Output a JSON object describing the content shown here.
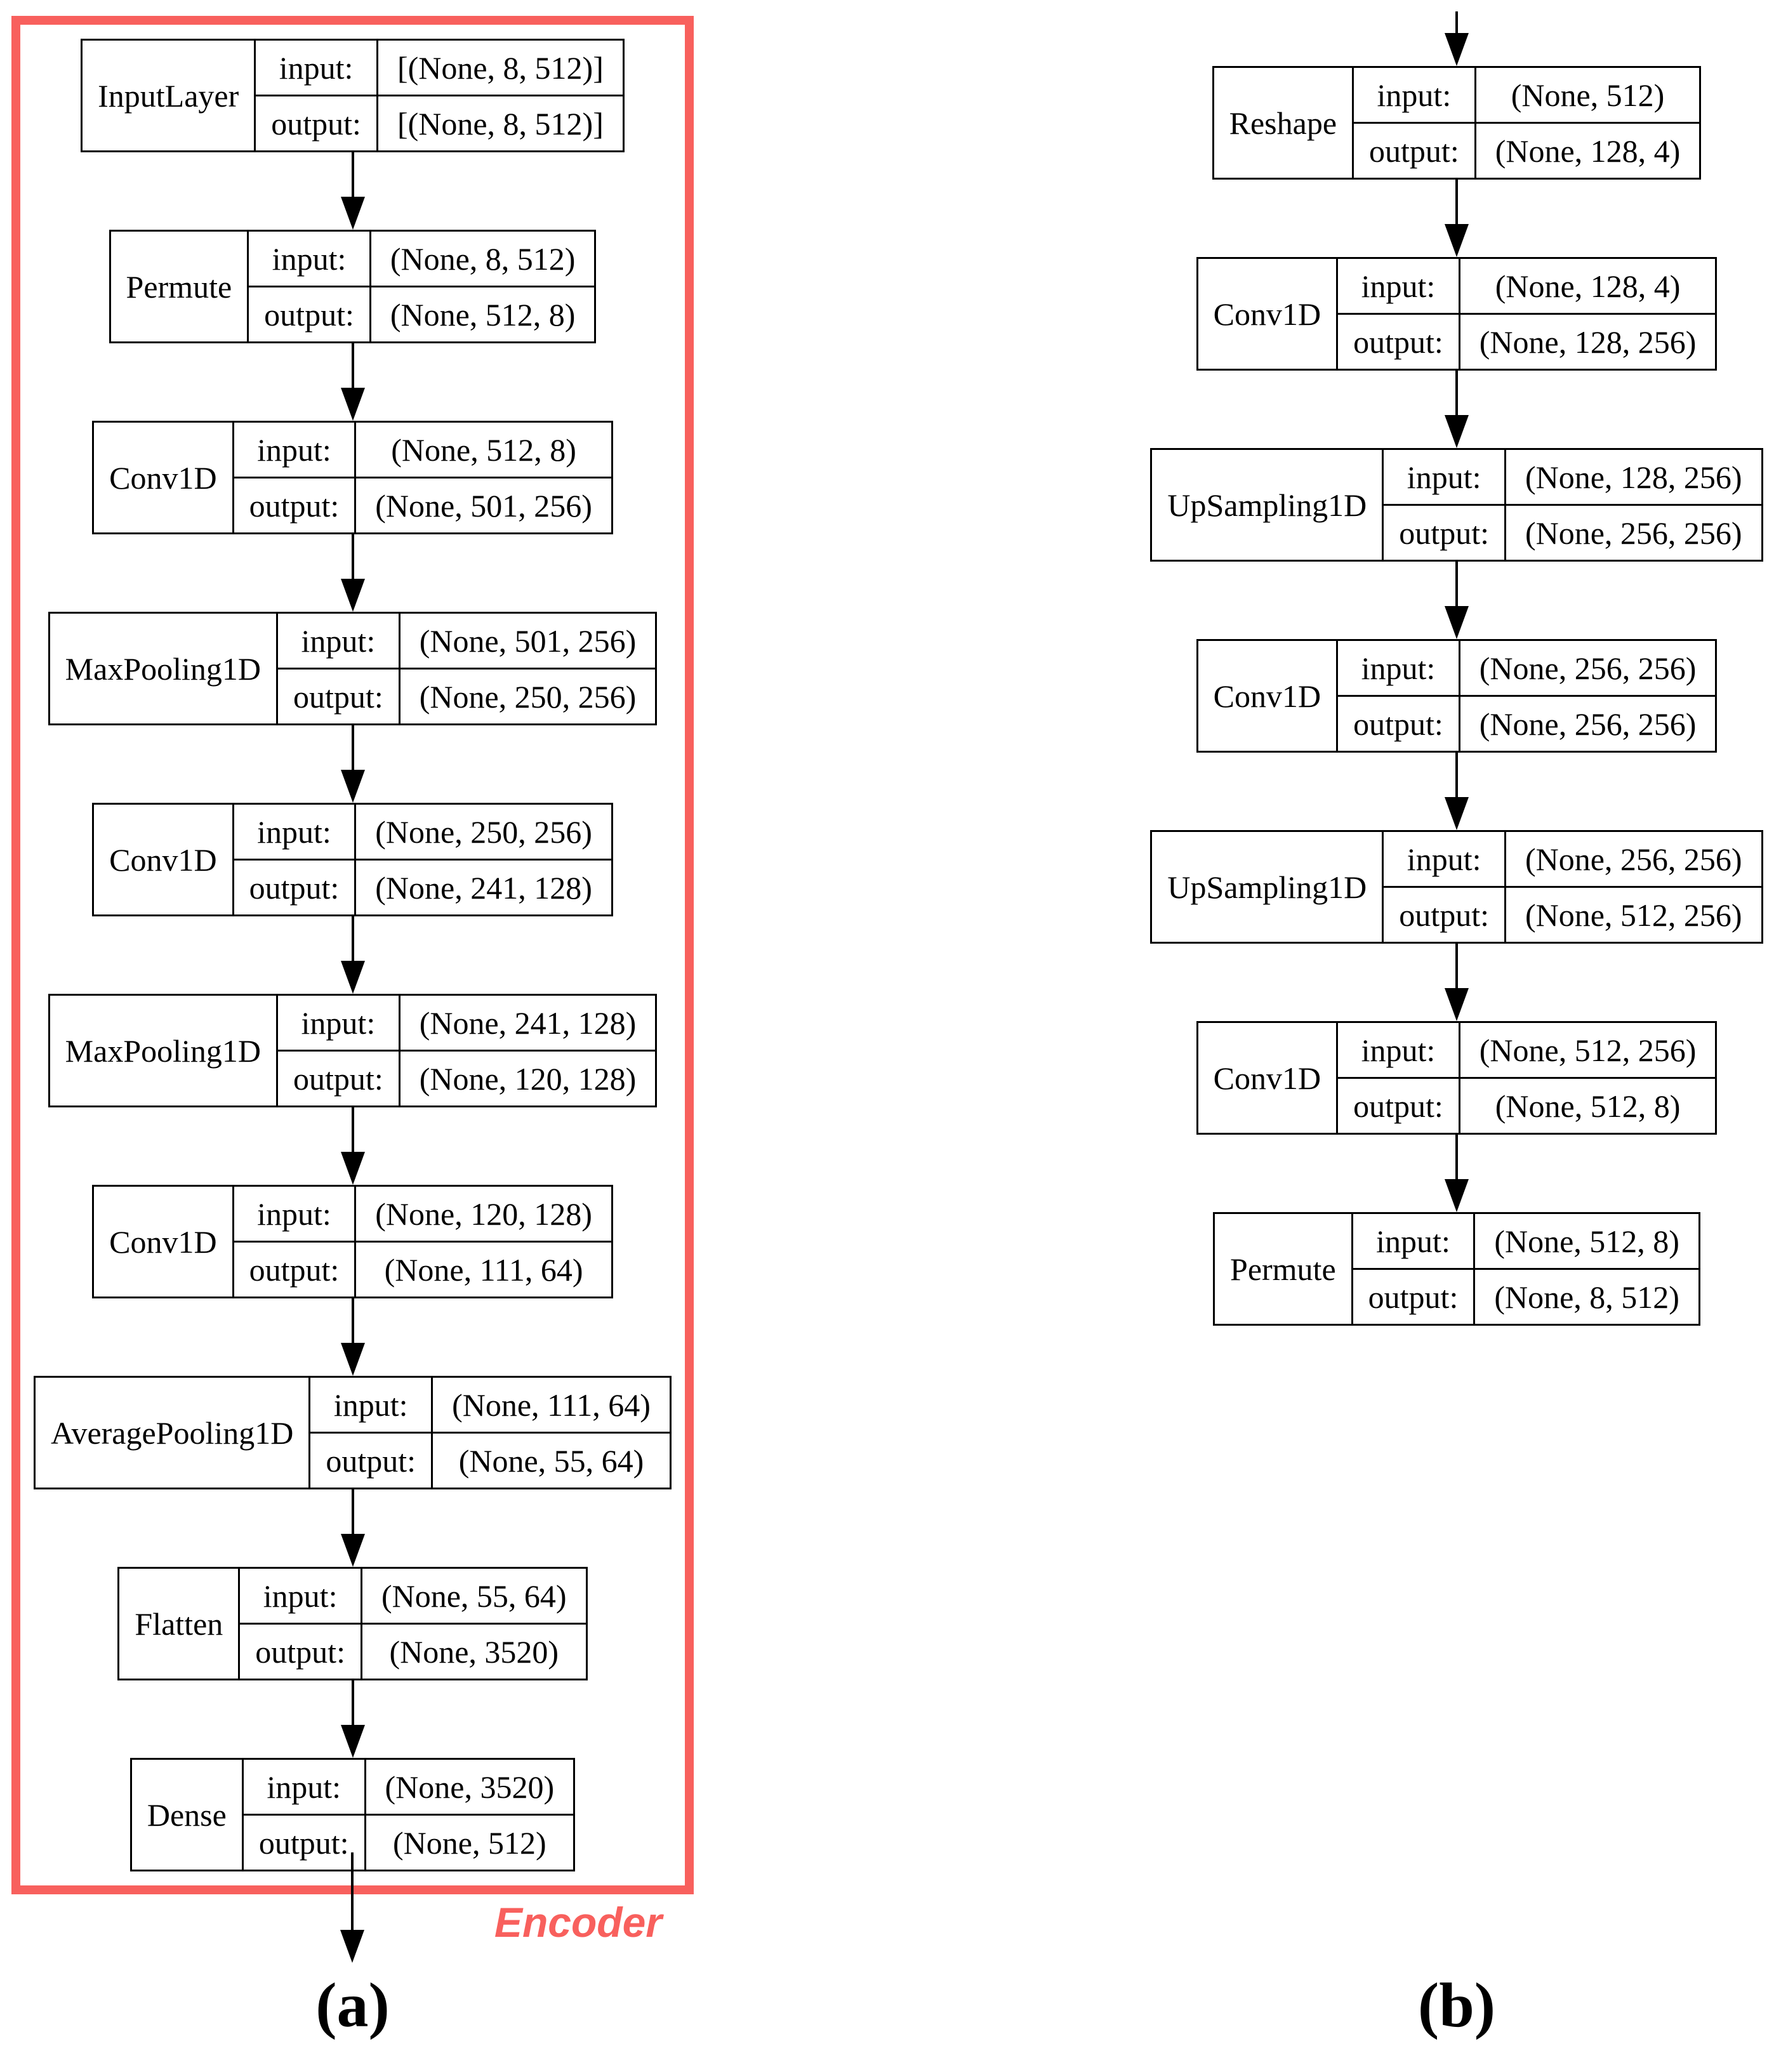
{
  "figure": {
    "background": "#ffffff",
    "accent_red": "#f8605d",
    "line_black": "#000000"
  },
  "row_labels": {
    "input": "input:",
    "output": "output:"
  },
  "diagram_a": {
    "caption": "(a)",
    "group_label": "Encoder",
    "layers": [
      {
        "name": "InputLayer",
        "input": "[(None, 8, 512)]",
        "output": "[(None, 8, 512)]"
      },
      {
        "name": "Permute",
        "input": "(None, 8, 512)",
        "output": "(None, 512, 8)"
      },
      {
        "name": "Conv1D",
        "input": "(None, 512, 8)",
        "output": "(None, 501, 256)"
      },
      {
        "name": "MaxPooling1D",
        "input": "(None, 501, 256)",
        "output": "(None, 250, 256)"
      },
      {
        "name": "Conv1D",
        "input": "(None, 250, 256)",
        "output": "(None, 241, 128)"
      },
      {
        "name": "MaxPooling1D",
        "input": "(None, 241, 128)",
        "output": "(None, 120, 128)"
      },
      {
        "name": "Conv1D",
        "input": "(None, 120, 128)",
        "output": "(None, 111, 64)"
      },
      {
        "name": "AveragePooling1D",
        "input": "(None, 111, 64)",
        "output": "(None, 55, 64)"
      },
      {
        "name": "Flatten",
        "input": "(None, 55, 64)",
        "output": "(None, 3520)"
      },
      {
        "name": "Dense",
        "input": "(None, 3520)",
        "output": "(None, 512)"
      }
    ]
  },
  "diagram_b": {
    "caption": "(b)",
    "layers": [
      {
        "name": "Reshape",
        "input": "(None, 512)",
        "output": "(None, 128, 4)"
      },
      {
        "name": "Conv1D",
        "input": "(None, 128, 4)",
        "output": "(None, 128, 256)"
      },
      {
        "name": "UpSampling1D",
        "input": "(None, 128, 256)",
        "output": "(None, 256, 256)"
      },
      {
        "name": "Conv1D",
        "input": "(None, 256, 256)",
        "output": "(None, 256, 256)"
      },
      {
        "name": "UpSampling1D",
        "input": "(None, 256, 256)",
        "output": "(None, 512, 256)"
      },
      {
        "name": "Conv1D",
        "input": "(None, 512, 256)",
        "output": "(None, 512, 8)"
      },
      {
        "name": "Permute",
        "input": "(None, 512, 8)",
        "output": "(None, 8, 512)"
      }
    ]
  }
}
